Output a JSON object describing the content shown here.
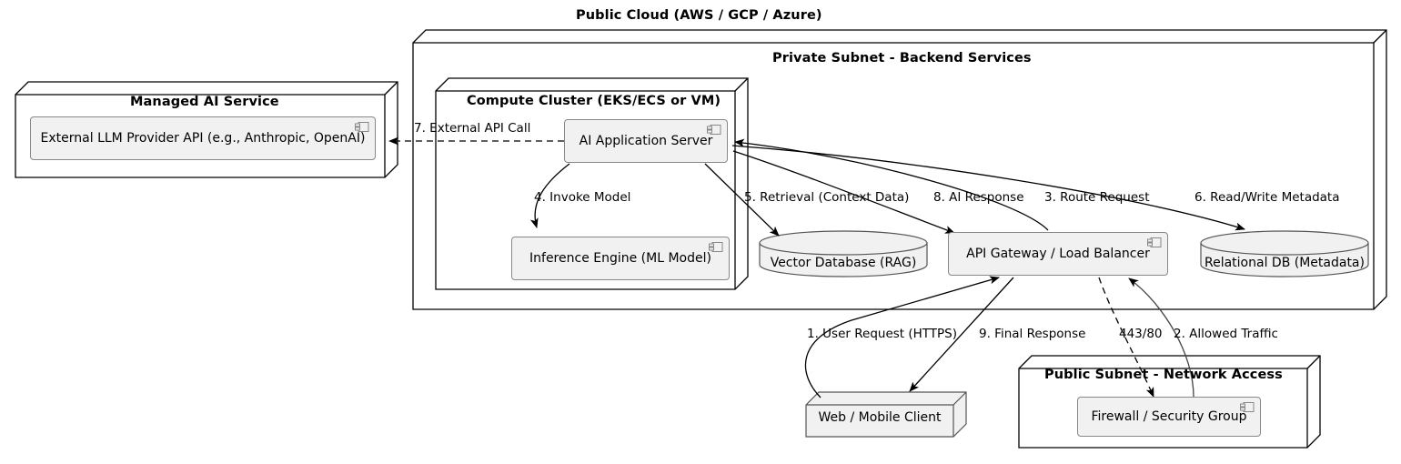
{
  "diagram": {
    "type": "uml-deployment",
    "title": "Public Cloud (AWS / GCP / Azure)",
    "background": "#FFFFFF",
    "component_fill": "#F1F1F1",
    "component_stroke": "#888888",
    "line_color": "#000000"
  },
  "nodes": {
    "public_cloud": {
      "label": "Public Cloud (AWS / GCP / Azure)"
    },
    "managed_ai_service": {
      "label": "Managed AI Service"
    },
    "private_subnet": {
      "label": "Private Subnet - Backend Services"
    },
    "compute_cluster": {
      "label": "Compute Cluster (EKS/ECS or VM)"
    },
    "public_subnet": {
      "label": "Public Subnet - Network Access"
    }
  },
  "components": {
    "external_llm": {
      "label": "External LLM Provider API (e.g., Anthropic, OpenAI)",
      "icon": "component-icon"
    },
    "ai_app_server": {
      "label": "AI Application Server",
      "icon": "component-icon"
    },
    "inference_engine": {
      "label": "Inference Engine (ML Model)",
      "icon": "component-icon"
    },
    "api_gateway": {
      "label": "API Gateway / Load Balancer",
      "icon": "component-icon"
    },
    "firewall": {
      "label": "Firewall / Security Group",
      "icon": "component-icon"
    },
    "web_mobile_client": {
      "label": "Web / Mobile Client"
    }
  },
  "databases": {
    "vector_db": {
      "label": "Vector Database (RAG)",
      "shape": "cylinder"
    },
    "relational_db": {
      "label": "Relational DB (Metadata)",
      "shape": "cylinder"
    }
  },
  "edges": [
    {
      "id": "e1",
      "label": "1. User Request (HTTPS)",
      "from": "web_mobile_client",
      "to": "api_gateway",
      "style": "solid"
    },
    {
      "id": "e2",
      "label": "2. Allowed Traffic",
      "from": "firewall",
      "to": "api_gateway",
      "style": "solid"
    },
    {
      "id": "e3",
      "label": "3. Route Request",
      "from": "api_gateway",
      "to": "ai_app_server",
      "style": "solid"
    },
    {
      "id": "e4",
      "label": "4. Invoke Model",
      "from": "ai_app_server",
      "to": "inference_engine",
      "style": "solid"
    },
    {
      "id": "e5",
      "label": "5. Retrieval (Context Data)",
      "from": "ai_app_server",
      "to": "vector_db",
      "style": "solid"
    },
    {
      "id": "e6",
      "label": "6. Read/Write Metadata",
      "from": "ai_app_server",
      "to": "relational_db",
      "style": "solid"
    },
    {
      "id": "e7",
      "label": "7. External API Call",
      "from": "ai_app_server",
      "to": "external_llm",
      "style": "dashed"
    },
    {
      "id": "e8",
      "label": "8. AI Response",
      "from": "ai_app_server",
      "to": "api_gateway",
      "style": "solid"
    },
    {
      "id": "e9",
      "label": "9. Final Response",
      "from": "api_gateway",
      "to": "web_mobile_client",
      "style": "solid"
    },
    {
      "id": "e10",
      "label": "443/80",
      "from": "api_gateway",
      "to": "firewall",
      "style": "dashed"
    }
  ]
}
